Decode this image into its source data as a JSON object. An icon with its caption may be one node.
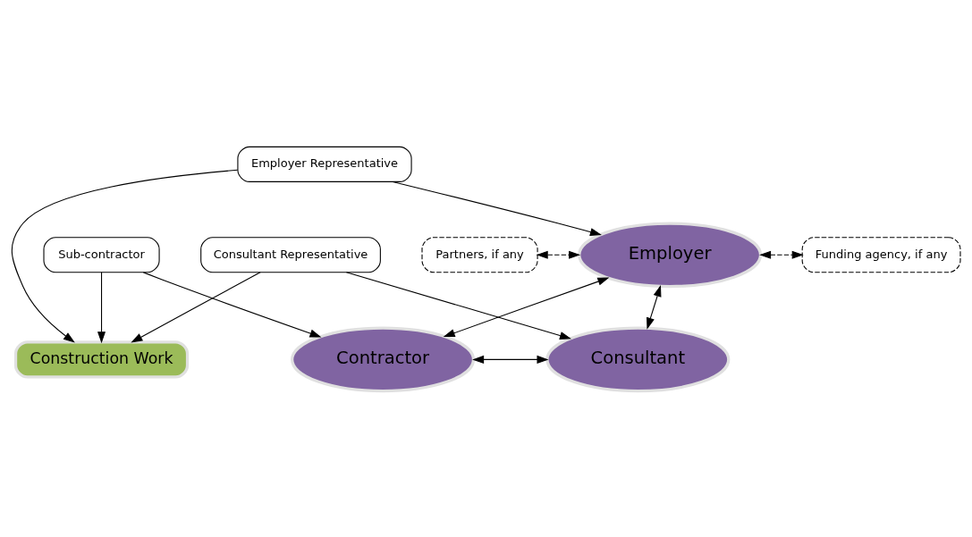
{
  "diagram": {
    "nodes": [
      {
        "text": [
          "Partners, if any"
        ]
      },
      {
        "text": [
          "Employer"
        ]
      },
      {
        "text": [
          "Funding agency, if any"
        ]
      },
      {
        "text": [
          "Employer Representative"
        ]
      },
      {
        "text": [
          "Construction Work"
        ]
      },
      {
        "text": [
          "Consultant Representative"
        ]
      },
      {
        "text": [
          "Sub-contractor"
        ]
      },
      {
        "text": [
          "Consultant"
        ]
      },
      {
        "text": [
          "Contractor"
        ]
      }
    ],
    "edges": [
      {
        "from": 0,
        "to": 1,
        "arrow": "both",
        "style": "dashed"
      },
      {
        "from": 1,
        "to": 2,
        "arrow": "both",
        "style": "dashed"
      },
      {
        "from": 7,
        "to": 1,
        "arrow": "both"
      },
      {
        "from": 1,
        "to": 8,
        "arrow": "both"
      },
      {
        "from": 3,
        "to": 1,
        "arrow": "to"
      },
      {
        "from": 3,
        "to": 4,
        "arrow": "to"
      },
      {
        "from": 5,
        "to": 4,
        "arrow": "to"
      },
      {
        "from": 5,
        "to": 7,
        "arrow": "to"
      },
      {
        "from": 6,
        "to": 4,
        "arrow": "to"
      },
      {
        "from": 6,
        "to": 8,
        "arrow": "to"
      },
      {
        "from": 7,
        "to": 8,
        "arrow": "both"
      }
    ]
  }
}
